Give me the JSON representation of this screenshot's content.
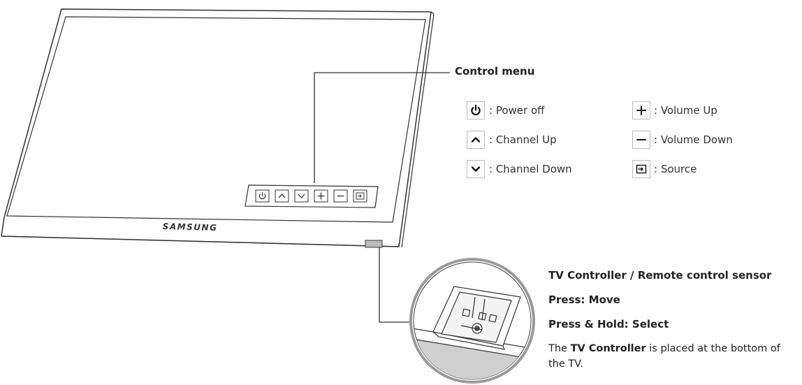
{
  "tv": {
    "brand": "SAMSUNG"
  },
  "control_menu": {
    "title": "Control menu",
    "items": [
      {
        "icon": "power-icon",
        "label": ": Power off"
      },
      {
        "icon": "chevron-up-icon",
        "label": ": Channel Up"
      },
      {
        "icon": "chevron-down-icon",
        "label": ": Channel Down"
      },
      {
        "icon": "plus-icon",
        "label": ": Volume Up"
      },
      {
        "icon": "minus-icon",
        "label": ": Volume Down"
      },
      {
        "icon": "source-icon",
        "label": ": Source"
      }
    ]
  },
  "tv_controller": {
    "title": "TV Controller / Remote control sensor",
    "press": "Press: Move",
    "press_hold": "Press & Hold: Select",
    "note_prefix": "The ",
    "note_bold": "TV Controller",
    "note_suffix": " is placed at the bottom of the TV."
  },
  "colors": {
    "line": "#333333",
    "box_border": "#bdbdbd",
    "text": "#222222"
  }
}
